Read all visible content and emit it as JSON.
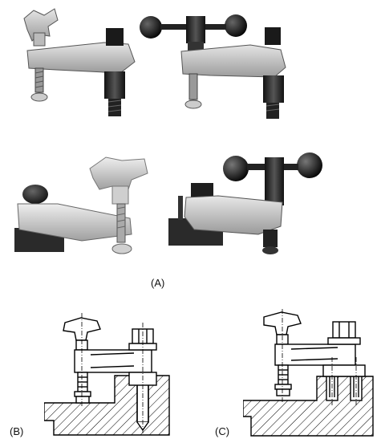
{
  "labels": {
    "a": "(A)",
    "b": "(B)",
    "c": "(C)"
  },
  "photos": [
    {
      "name": "clamp-star-knob-upright",
      "kind": "star-knob"
    },
    {
      "name": "clamp-ball-handle-upright",
      "kind": "ball-handle"
    },
    {
      "name": "clamp-star-knob-base",
      "kind": "star-knob"
    },
    {
      "name": "clamp-ball-handle-base",
      "kind": "ball-handle"
    }
  ],
  "drawings": [
    {
      "name": "drawing-b-star-knob-clamp"
    },
    {
      "name": "drawing-c-star-knob-clamp-threaded-base"
    }
  ]
}
